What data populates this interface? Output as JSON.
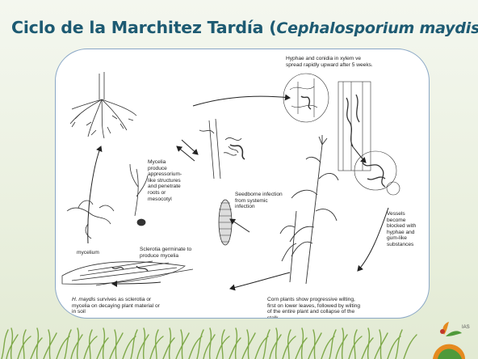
{
  "title": {
    "main": "Ciclo de la Marchitez Tardía (",
    "scientific": "Cephalosporium maydis",
    "close": ")"
  },
  "labels": {
    "hyphae_xylem": "Hyphae and conidia in xylem ve\nspread rapidly upward after 5 weeks.",
    "mycelia_produce": "Mycelia\nproduce\nappressorium-\nlike structures\nand penetrate\nroots or\nmesocotyl",
    "seedborne": "Seedborne infection\nfrom systemic\ninfection",
    "vessels": "Vessels\nbecome\nblocked with\nhyphae and\ngum-like\nsubstances",
    "mycelium": "mycelium",
    "sclerotia_germinate": "Sclerotia germinate to\nproduce mycelia",
    "survives_genus": "H. maydis",
    "survives_rest": " survives as sclerotia or\nmycelia on decaying plant material or\nin soil",
    "corn_wilting": "Corn plants show progressive wilting,\nfirst on lower leaves, followed by wilting\nof the entire plant and collapse of the\nstalk."
  },
  "logo": {
    "text": "IAS"
  },
  "colors": {
    "title": "#1d5a72",
    "frame_border": "#8aa7c6",
    "grass": "#7fa94a",
    "logo_orange": "#e58a1f",
    "logo_green": "#4f9a3a"
  },
  "icons": [
    "grass-border",
    "ias-logo"
  ]
}
